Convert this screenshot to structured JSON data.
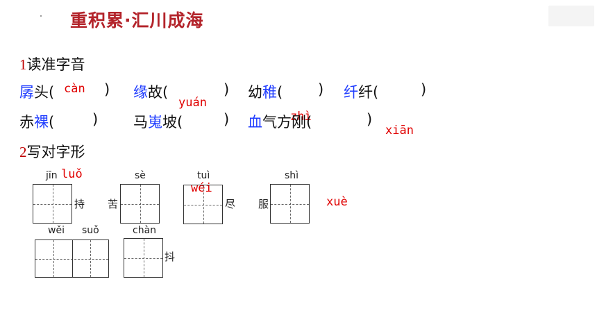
{
  "header": {
    "title": "重积累·汇川成海"
  },
  "section1": {
    "number": "1",
    "label": "读准字音",
    "row1": [
      {
        "prefix": "",
        "blue": "孱",
        "rest": "头(",
        "answer": "càn",
        "close": ")"
      },
      {
        "prefix": "",
        "blue": "缘",
        "rest": "故(",
        "answer": "yuán",
        "close": ")"
      },
      {
        "prefix": "幼",
        "blue": "稚",
        "rest": "(",
        "answer": "zhì",
        "close": ")"
      },
      {
        "prefix": "",
        "blue": "纤",
        "rest": "纤(",
        "answer": "xiān",
        "close": ")"
      }
    ],
    "row2": [
      {
        "prefix": "赤",
        "blue": "裸",
        "rest": "(",
        "answer": "luǒ",
        "close": ")"
      },
      {
        "prefix": "马",
        "blue": "嵬",
        "rest": "坡(",
        "answer": "wéi",
        "close": ")"
      },
      {
        "prefix": "",
        "blue": "血",
        "rest": "气方刚(",
        "answer": "xuè",
        "close": ")"
      }
    ]
  },
  "section2": {
    "number": "2",
    "label": "写对字形",
    "items": [
      {
        "pinyin": "jīn",
        "before": "",
        "after": "持"
      },
      {
        "pinyin": "sè",
        "before": "苦",
        "after": ""
      },
      {
        "pinyin": "tuì",
        "before": "",
        "after": "尽"
      },
      {
        "pinyin": "shì",
        "before": "服",
        "after": ""
      },
      {
        "pinyin1": "wěi",
        "pinyin2": "suǒ",
        "before": "",
        "after": ""
      },
      {
        "pinyin": "chàn",
        "before": "",
        "after": "抖"
      }
    ]
  }
}
